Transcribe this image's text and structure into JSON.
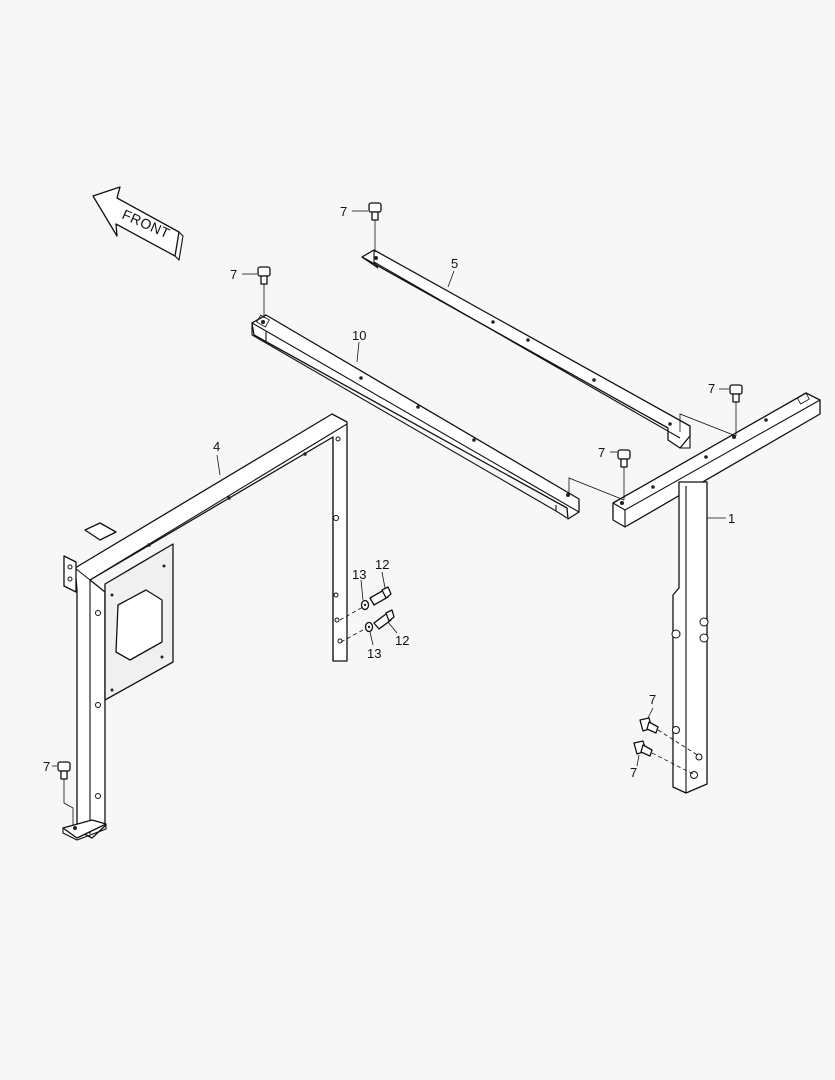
{
  "direction_arrow": {
    "label": "FRONT"
  },
  "callouts": {
    "part_1": "1",
    "part_4": "4",
    "part_5": "5",
    "part_7": "7",
    "part_10": "10",
    "part_12": "12",
    "part_13": "13"
  }
}
